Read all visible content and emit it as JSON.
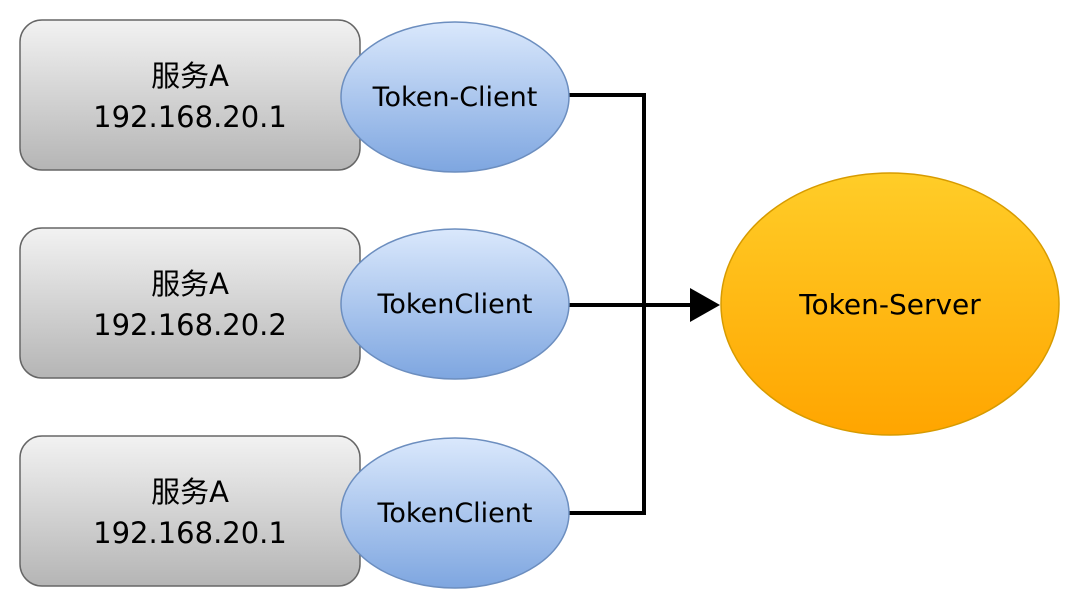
{
  "services": [
    {
      "name": "服务A",
      "ip": "192.168.20.1",
      "client_label": "Token-Client"
    },
    {
      "name": "服务A",
      "ip": "192.168.20.2",
      "client_label": "TokenClient"
    },
    {
      "name": "服务A",
      "ip": "192.168.20.1",
      "client_label": "TokenClient"
    }
  ],
  "server": {
    "label": "Token-Server"
  },
  "colors": {
    "service_fill_top": "#f2f2f2",
    "service_fill_bottom": "#b5b5b5",
    "service_stroke": "#666666",
    "client_fill_top": "#dae8fc",
    "client_fill_bottom": "#7ea6e0",
    "client_stroke": "#6c8ebf",
    "server_fill_top": "#ffcd28",
    "server_fill_bottom": "#ffa500",
    "server_stroke": "#d79b00",
    "connector": "#000000"
  }
}
